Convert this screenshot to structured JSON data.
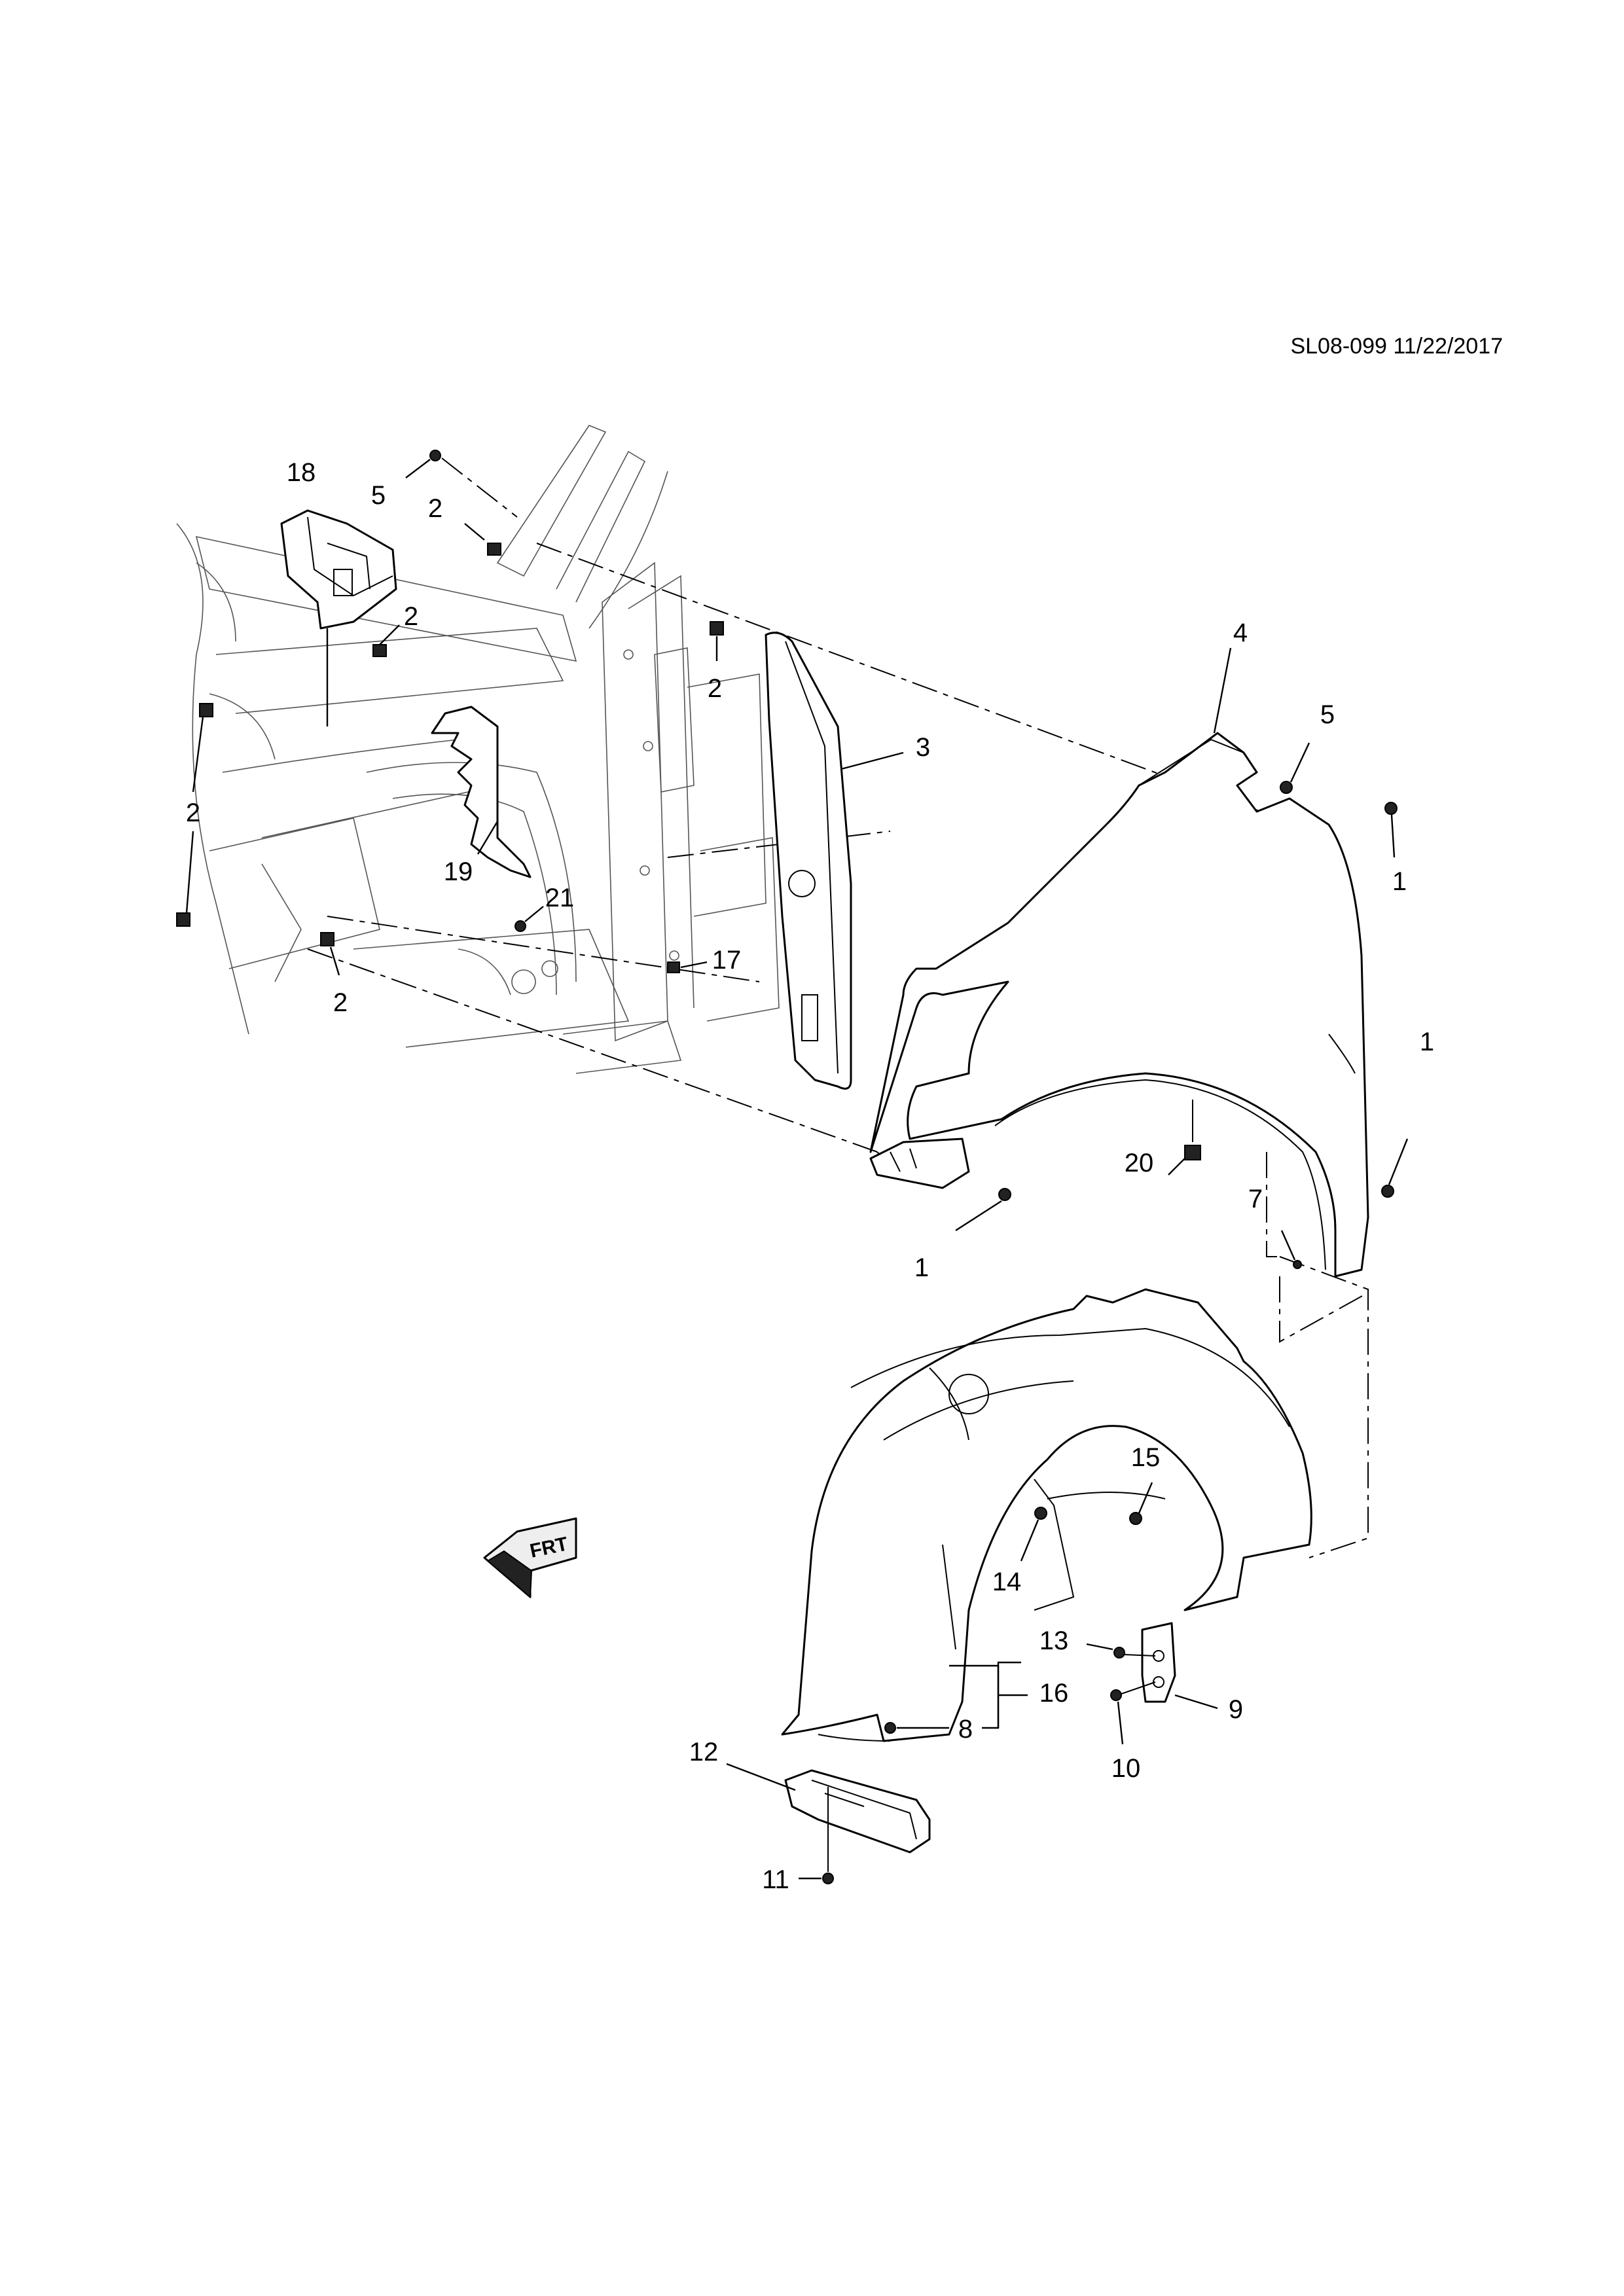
{
  "reference": "SL08-099 11/22/2017",
  "orientation": {
    "label": "FRT",
    "icon": "front-direction-arrow-icon"
  },
  "callouts": {
    "c1a": "1",
    "c1b": "1",
    "c1c": "1",
    "c2a": "2",
    "c2b": "2",
    "c2c": "2",
    "c2d": "2",
    "c2e": "2",
    "c3": "3",
    "c4": "4",
    "c5a": "5",
    "c5b": "5",
    "c7": "7",
    "c8": "8",
    "c9": "9",
    "c10": "10",
    "c11": "11",
    "c12": "12",
    "c13": "13",
    "c14": "14",
    "c15": "15",
    "c16": "16",
    "c17": "17",
    "c18": "18",
    "c19": "19",
    "c20": "20",
    "c21": "21"
  }
}
